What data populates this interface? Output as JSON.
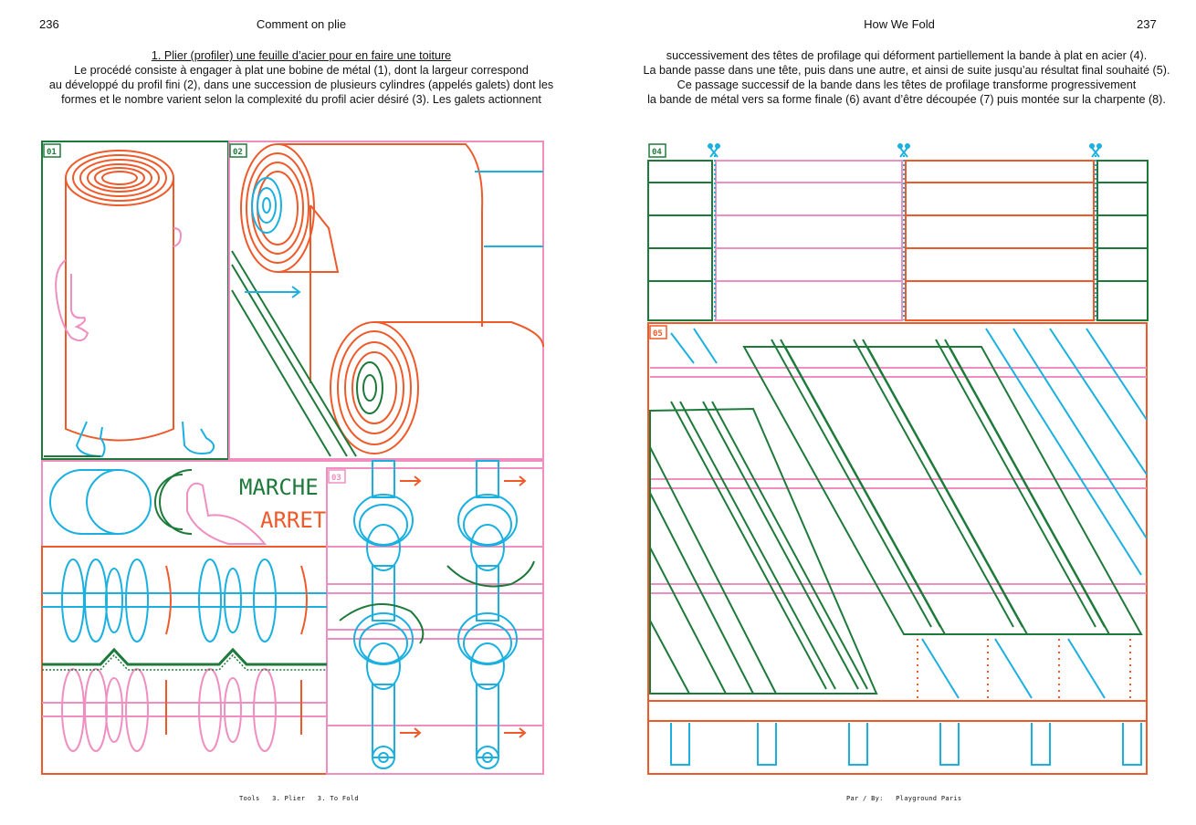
{
  "left_page": {
    "page_number": "236",
    "running_head": "Comment on plie",
    "heading": "1. Plier (profiler) une feuille d’acier pour en faire une toiture",
    "lines": [
      "Le procédé consiste à engager à plat une bobine de métal (1), dont la largeur correspond",
      "au développé du profil fini (2), dans une succession de plusieurs cylindres (appelés galets) dont les",
      "formes et le nombre varient selon la complexité du profil acier désiré (3). Les galets actionnent"
    ],
    "footer": "Tools   3. Plier   3. To Fold"
  },
  "right_page": {
    "page_number": "237",
    "running_head": "How We Fold",
    "lines": [
      "successivement des têtes de profilage qui déforment partiellement la bande à plat en acier (4).",
      "La bande passe dans une tête, puis dans une autre, et ainsi de suite jusqu’au résultat final souhaité (5).",
      "Ce passage successif de la bande dans les têtes de profilage transforme progressivement",
      "la bande de métal vers sa forme finale (6) avant d’être découpée (7) puis montée sur la charpente (8)."
    ],
    "footer": "Par / By:   Playground Paris"
  },
  "illustration": {
    "panel_labels": [
      "01",
      "02",
      "03",
      "04",
      "05"
    ],
    "button_labels": [
      "MARCHE",
      "ARRET"
    ],
    "colors": {
      "orange": "#ee5a2a",
      "pink": "#ef8fc1",
      "blue": "#1ab0e0",
      "green": "#1d7a3a"
    }
  }
}
